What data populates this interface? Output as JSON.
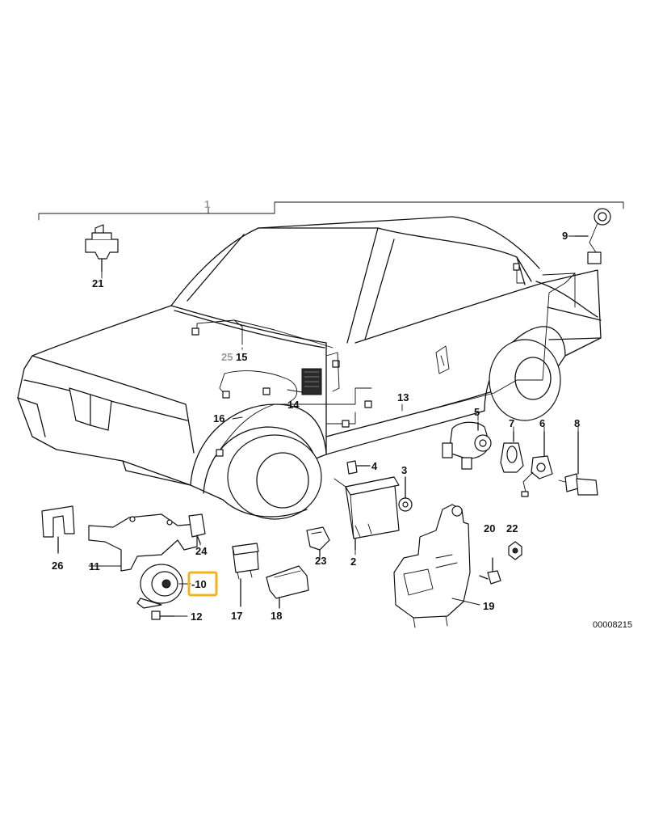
{
  "diagram": {
    "reference_number": "00008215",
    "highlight_color": "#f2b31c",
    "highlighted_part": "-10",
    "callouts": [
      {
        "id": "c1",
        "label": "1"
      },
      {
        "id": "c2",
        "label": "2"
      },
      {
        "id": "c3",
        "label": "3"
      },
      {
        "id": "c4",
        "label": "4"
      },
      {
        "id": "c5",
        "label": "5"
      },
      {
        "id": "c6",
        "label": "6"
      },
      {
        "id": "c7",
        "label": "7"
      },
      {
        "id": "c8",
        "label": "8"
      },
      {
        "id": "c9",
        "label": "9"
      },
      {
        "id": "c10",
        "label": "-10"
      },
      {
        "id": "c11",
        "label": "11"
      },
      {
        "id": "c12",
        "label": "12"
      },
      {
        "id": "c13",
        "label": "13"
      },
      {
        "id": "c14",
        "label": "14"
      },
      {
        "id": "c15",
        "label": "15"
      },
      {
        "id": "c16",
        "label": "16"
      },
      {
        "id": "c17",
        "label": "17"
      },
      {
        "id": "c18",
        "label": "18"
      },
      {
        "id": "c19",
        "label": "19"
      },
      {
        "id": "c20",
        "label": "20"
      },
      {
        "id": "c21",
        "label": "21"
      },
      {
        "id": "c22",
        "label": "22"
      },
      {
        "id": "c23",
        "label": "23"
      },
      {
        "id": "c24",
        "label": "24"
      },
      {
        "id": "c25",
        "label": "25"
      },
      {
        "id": "c26",
        "label": "26"
      }
    ]
  }
}
